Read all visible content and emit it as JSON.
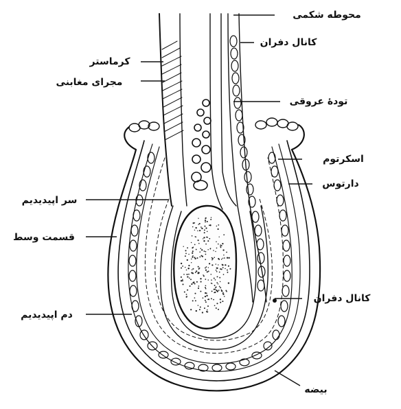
{
  "labels": {
    "abdominal_cavity": "محوطه شکمی",
    "vas_deferens_top": "کانال دفران",
    "cremaster": "کرماستر",
    "inguinal_canal": "مجرای مغابنی",
    "pampiniform_plexus": "تودهٔ عروقی",
    "scrotum": "اسکرتوم",
    "dartos": "دارتوس",
    "epididymis_head": "سر اپیدیدیم",
    "epididymis_body": "قسمت وسط",
    "vas_deferens_bottom": "کانال دفران",
    "epididymis_tail": "دم اپیدیدیم",
    "testis": "بیضه"
  }
}
